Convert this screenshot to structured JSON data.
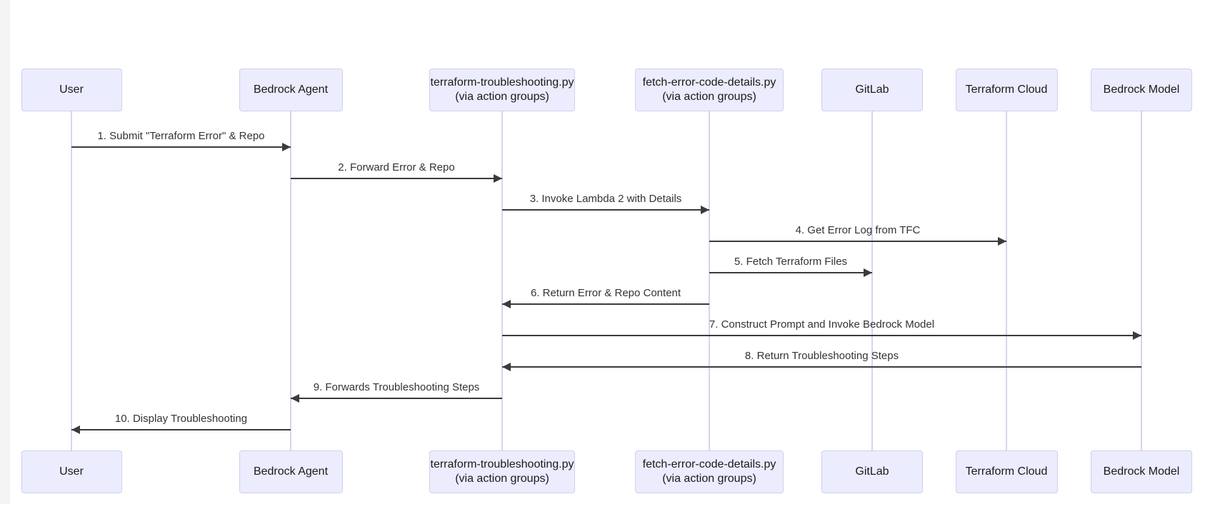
{
  "page": {
    "background": "#ffffff"
  },
  "colors": {
    "actor_fill": "#ECECFF",
    "actor_border": "#d2cfe8",
    "lifeline": "#dcd1ee",
    "arrow": "#3b3b3b",
    "message_text": "#333333",
    "actor_text": "#1a1a1a"
  },
  "diagram": {
    "type": "sequence",
    "actors": [
      {
        "id": "user",
        "lines": [
          "User"
        ]
      },
      {
        "id": "bedrock-agent",
        "lines": [
          "Bedrock Agent"
        ]
      },
      {
        "id": "terraform-troubleshooting",
        "lines": [
          "terraform-troubleshooting.py",
          "(via action groups)"
        ]
      },
      {
        "id": "fetch-error-code-details",
        "lines": [
          "fetch-error-code-details.py",
          "(via action groups)"
        ]
      },
      {
        "id": "gitlab",
        "lines": [
          "GitLab"
        ]
      },
      {
        "id": "terraform-cloud",
        "lines": [
          "Terraform Cloud"
        ]
      },
      {
        "id": "bedrock-model",
        "lines": [
          "Bedrock Model"
        ]
      }
    ],
    "messages": [
      {
        "label": "1. Submit \"Terraform Error\" & Repo",
        "from": "user",
        "to": "bedrock-agent"
      },
      {
        "label": "2. Forward Error & Repo",
        "from": "bedrock-agent",
        "to": "terraform-troubleshooting"
      },
      {
        "label": "3. Invoke Lambda 2 with Details",
        "from": "terraform-troubleshooting",
        "to": "fetch-error-code-details"
      },
      {
        "label": "4. Get Error Log from TFC",
        "from": "fetch-error-code-details",
        "to": "terraform-cloud"
      },
      {
        "label": "5. Fetch Terraform Files",
        "from": "fetch-error-code-details",
        "to": "gitlab"
      },
      {
        "label": "6. Return Error & Repo Content",
        "from": "fetch-error-code-details",
        "to": "terraform-troubleshooting"
      },
      {
        "label": "7. Construct Prompt and Invoke Bedrock Model",
        "from": "terraform-troubleshooting",
        "to": "bedrock-model"
      },
      {
        "label": "8. Return Troubleshooting Steps",
        "from": "bedrock-model",
        "to": "terraform-troubleshooting"
      },
      {
        "label": "9. Forwards Troubleshooting Steps",
        "from": "terraform-troubleshooting",
        "to": "bedrock-agent"
      },
      {
        "label": "10. Display Troubleshooting",
        "from": "bedrock-agent",
        "to": "user"
      }
    ]
  }
}
